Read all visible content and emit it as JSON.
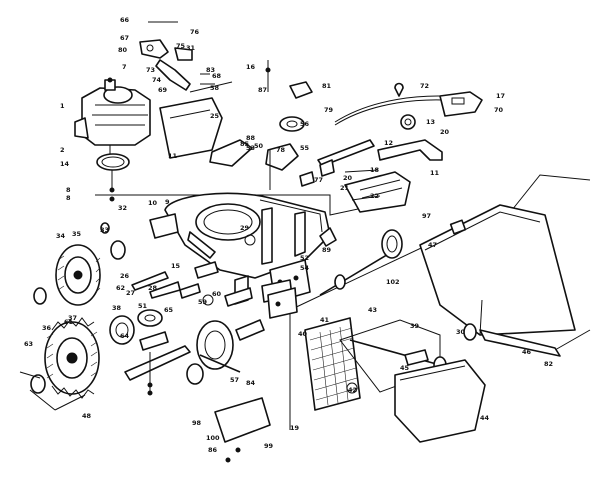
{
  "diagram": {
    "callouts": [
      {
        "id": "c1",
        "text": "1"
      },
      {
        "id": "c2",
        "text": "2"
      },
      {
        "id": "c3",
        "text": "7"
      },
      {
        "id": "c4",
        "text": "8"
      },
      {
        "id": "c5",
        "text": "8"
      },
      {
        "id": "c6",
        "text": "9"
      },
      {
        "id": "c7",
        "text": "10"
      },
      {
        "id": "c8",
        "text": "11"
      },
      {
        "id": "c9",
        "text": "11"
      },
      {
        "id": "c10",
        "text": "12"
      },
      {
        "id": "c11",
        "text": "13"
      },
      {
        "id": "c12",
        "text": "14"
      },
      {
        "id": "c13",
        "text": "15"
      },
      {
        "id": "c14",
        "text": "16"
      },
      {
        "id": "c15",
        "text": "17"
      },
      {
        "id": "c16",
        "text": "18"
      },
      {
        "id": "c17",
        "text": "19"
      },
      {
        "id": "c18",
        "text": "20"
      },
      {
        "id": "c19",
        "text": "20"
      },
      {
        "id": "c20",
        "text": "21"
      },
      {
        "id": "c21",
        "text": "22"
      },
      {
        "id": "c22",
        "text": "25"
      },
      {
        "id": "c23",
        "text": "26"
      },
      {
        "id": "c24",
        "text": "27"
      },
      {
        "id": "c25",
        "text": "28"
      },
      {
        "id": "c26",
        "text": "29"
      },
      {
        "id": "c27",
        "text": "30"
      },
      {
        "id": "c28",
        "text": "31"
      },
      {
        "id": "c29",
        "text": "32"
      },
      {
        "id": "c30",
        "text": "33"
      },
      {
        "id": "c31",
        "text": "34"
      },
      {
        "id": "c32",
        "text": "35"
      },
      {
        "id": "c33",
        "text": "36"
      },
      {
        "id": "c34",
        "text": "37"
      },
      {
        "id": "c35",
        "text": "38"
      },
      {
        "id": "c36",
        "text": "39"
      },
      {
        "id": "c37",
        "text": "40"
      },
      {
        "id": "c38",
        "text": "41"
      },
      {
        "id": "c39",
        "text": "42"
      },
      {
        "id": "c40",
        "text": "43"
      },
      {
        "id": "c41",
        "text": "44"
      },
      {
        "id": "c42",
        "text": "45"
      },
      {
        "id": "c43",
        "text": "46"
      },
      {
        "id": "c44",
        "text": "47"
      },
      {
        "id": "c45",
        "text": "48"
      },
      {
        "id": "c46",
        "text": "50"
      },
      {
        "id": "c47",
        "text": "51"
      },
      {
        "id": "c48",
        "text": "52"
      },
      {
        "id": "c49",
        "text": "53"
      },
      {
        "id": "c50",
        "text": "54"
      },
      {
        "id": "c51",
        "text": "55"
      },
      {
        "id": "c52",
        "text": "56"
      },
      {
        "id": "c53",
        "text": "57"
      },
      {
        "id": "c54",
        "text": "58"
      },
      {
        "id": "c55",
        "text": "59"
      },
      {
        "id": "c56",
        "text": "60"
      },
      {
        "id": "c57",
        "text": "61"
      },
      {
        "id": "c58",
        "text": "62"
      },
      {
        "id": "c59",
        "text": "63"
      },
      {
        "id": "c60",
        "text": "64"
      },
      {
        "id": "c61",
        "text": "65"
      },
      {
        "id": "c62",
        "text": "66"
      },
      {
        "id": "c63",
        "text": "67"
      },
      {
        "id": "c64",
        "text": "68"
      },
      {
        "id": "c65",
        "text": "69"
      },
      {
        "id": "c66",
        "text": "70"
      },
      {
        "id": "c67",
        "text": "72"
      },
      {
        "id": "c68",
        "text": "73"
      },
      {
        "id": "c69",
        "text": "74"
      },
      {
        "id": "c70",
        "text": "75"
      },
      {
        "id": "c71",
        "text": "76"
      },
      {
        "id": "c72",
        "text": "77"
      },
      {
        "id": "c73",
        "text": "78"
      },
      {
        "id": "c74",
        "text": "79"
      },
      {
        "id": "c75",
        "text": "80"
      },
      {
        "id": "c76",
        "text": "81"
      },
      {
        "id": "c77",
        "text": "82"
      },
      {
        "id": "c78",
        "text": "83"
      },
      {
        "id": "c79",
        "text": "84"
      },
      {
        "id": "c80",
        "text": "85"
      },
      {
        "id": "c81",
        "text": "86"
      },
      {
        "id": "c82",
        "text": "87"
      },
      {
        "id": "c83",
        "text": "88"
      },
      {
        "id": "c84",
        "text": "89"
      },
      {
        "id": "c85",
        "text": "97"
      },
      {
        "id": "c86",
        "text": "98"
      },
      {
        "id": "c87",
        "text": "99"
      },
      {
        "id": "c88",
        "text": "100"
      },
      {
        "id": "c89",
        "text": "102"
      }
    ]
  }
}
